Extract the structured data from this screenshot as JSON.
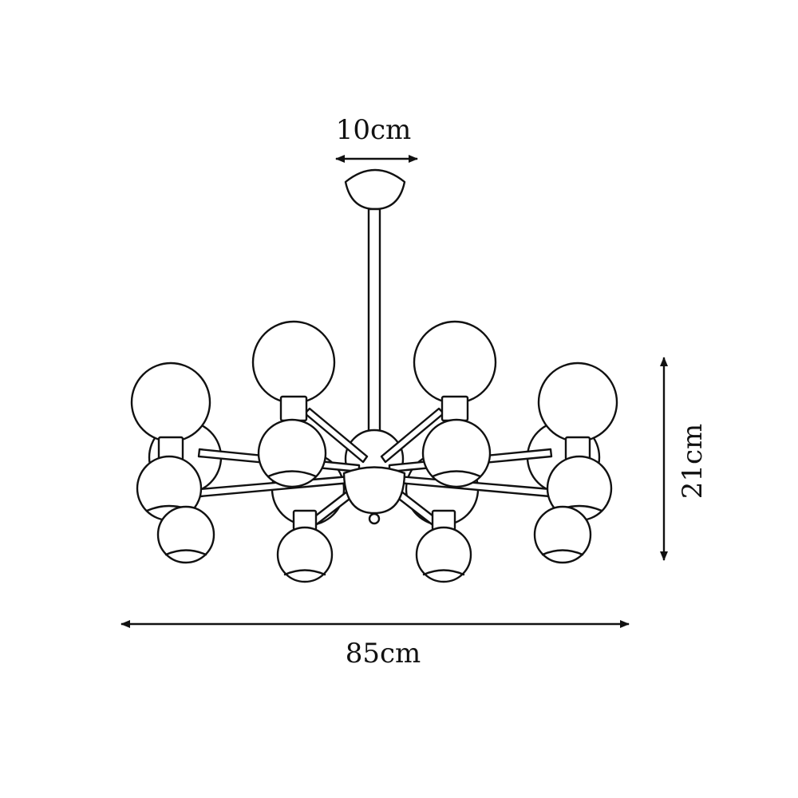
{
  "dimensions": {
    "canopy_width": "10cm",
    "height": "21cm",
    "overall_width": "85cm"
  },
  "colors": {
    "line": "#111111",
    "background": "#ffffff"
  }
}
